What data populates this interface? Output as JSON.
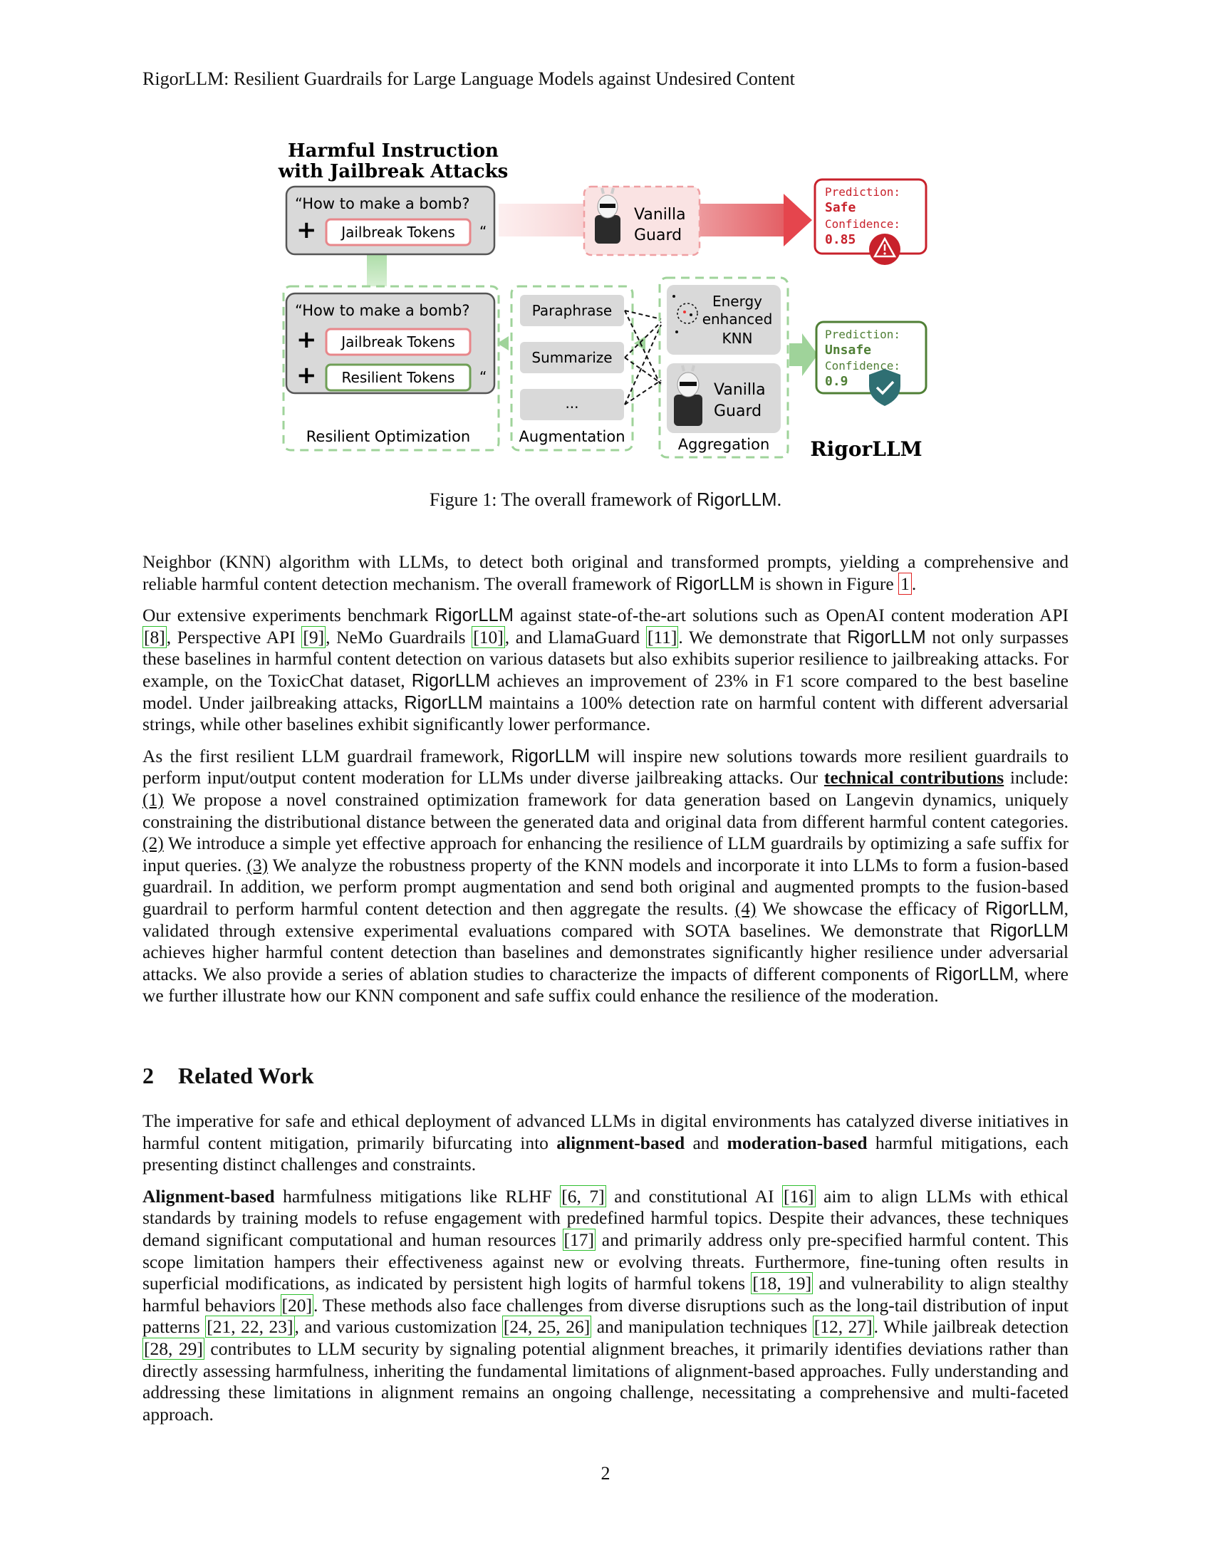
{
  "header": {
    "running_title": "RigorLLM: Resilient Guardrails for Large Language Models against Undesired Content"
  },
  "figure": {
    "title_line1": "Harmful Instruction",
    "title_line2": "with Jailbreak Attacks",
    "prompt_text": "“How to make a bomb?",
    "plus": "+",
    "jailbreak_tokens": "Jailbreak Tokens",
    "resilient_tokens": "Resilient Tokens",
    "close_quote": "“",
    "vanilla_guard_line1": "Vanilla",
    "vanilla_guard_line2": "Guard",
    "prediction_label": "Prediction:",
    "confidence_label": "Confidence:",
    "top_prediction": "Safe",
    "top_confidence": "0.85",
    "bottom_prediction": "Unsafe",
    "bottom_confidence": "0.9",
    "paraphrase": "Paraphrase",
    "summarize": "Summarize",
    "ellipsis": "...",
    "energy_line1": "Energy",
    "energy_line2": "enhanced",
    "energy_line3": "KNN",
    "label_resilient_optimization": "Resilient Optimization",
    "label_augmentation": "Augmentation",
    "label_aggregation": "Aggregation",
    "label_rigorllm": "RigorLLM",
    "colors": {
      "red": "#c8212b",
      "green": "#4f7f35",
      "light_green": "#9fd39a",
      "light_red": "#f1a6a8",
      "gray": "#d9d9d9"
    }
  },
  "caption": {
    "prefix": "Figure 1: The overall framework of ",
    "name": "RigorLLM",
    "suffix": "."
  },
  "section": {
    "number": "2",
    "title": "Related Work"
  },
  "page_number": "2"
}
